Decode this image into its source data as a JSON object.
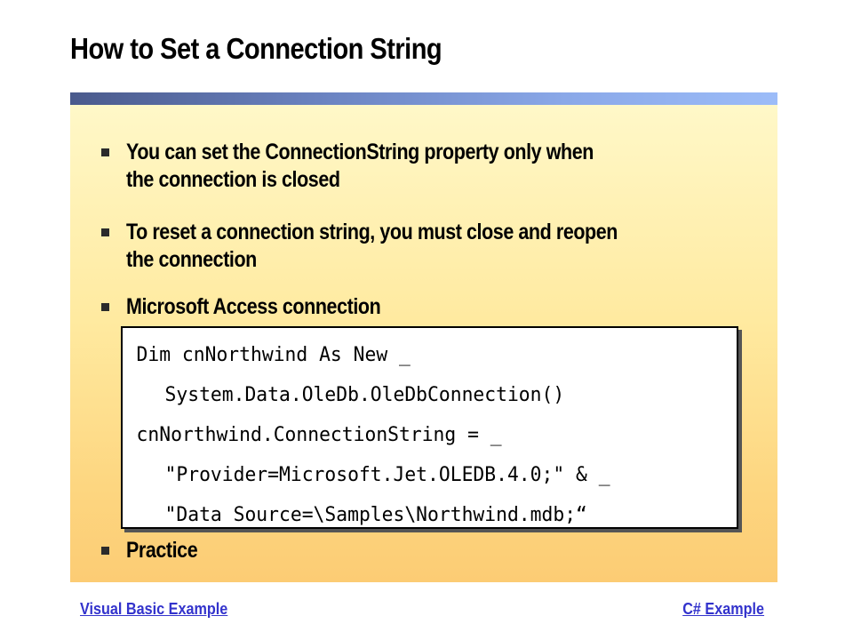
{
  "slide": {
    "title": "How to Set a Connection String"
  },
  "bullets": [
    {
      "text": "You can set the ConnectionString property only when the connection is closed"
    },
    {
      "text": "To reset a connection string, you must close and reopen the connection"
    },
    {
      "text": "Microsoft Access connection"
    },
    {
      "text": "Practice"
    }
  ],
  "code": {
    "lines": [
      "Dim cnNorthwind As New _",
      "System.Data.OleDb.OleDbConnection()",
      "cnNorthwind.ConnectionString = _",
      "\"Provider=Microsoft.Jet.OLEDB.4.0;\" & _",
      "\"Data Source=\\Samples\\Northwind.mdb;“"
    ]
  },
  "footer": {
    "vb_link": "Visual Basic Example",
    "cs_link": "C# Example"
  },
  "colors": {
    "title_bar_start": "#4a5a8c",
    "title_bar_end": "#9cbcf8",
    "panel_top": "#fff8c8",
    "panel_bottom": "#fccc74",
    "link": "#3333cc"
  }
}
